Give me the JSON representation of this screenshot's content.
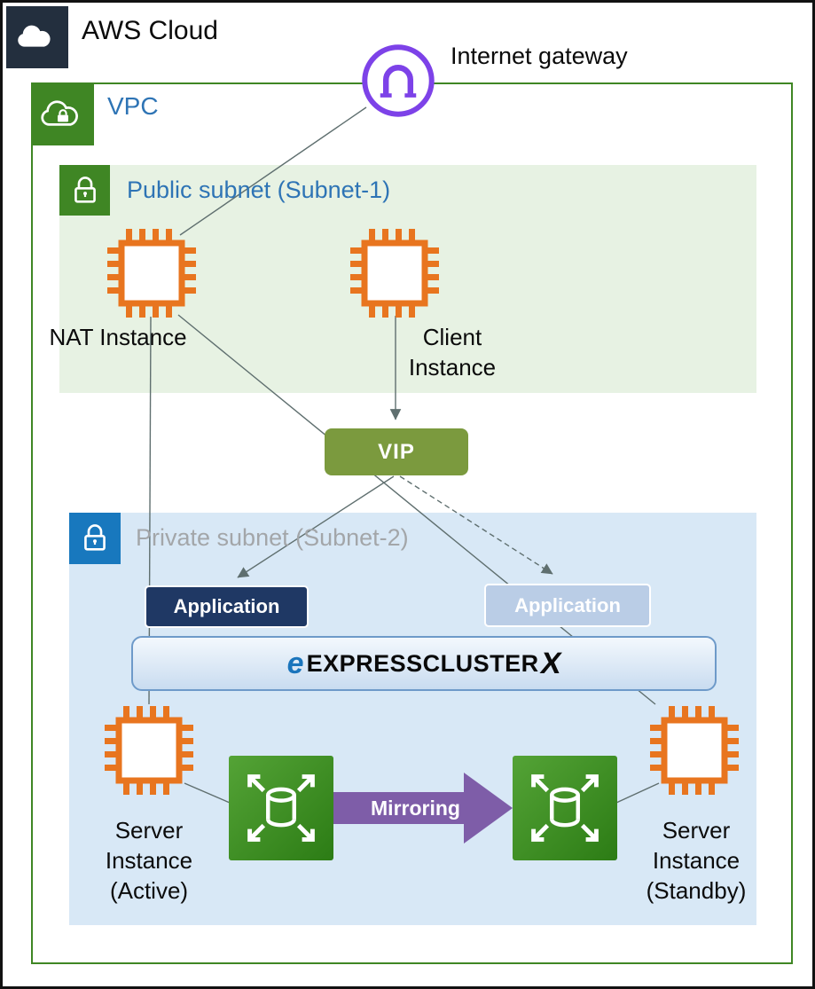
{
  "header": {
    "aws_cloud_label": "AWS Cloud",
    "internet_gateway_label": "Internet gateway",
    "vpc_label": "VPC"
  },
  "public_subnet": {
    "title": "Public subnet (Subnet-1)"
  },
  "private_subnet": {
    "title": "Private subnet (Subnet-2)"
  },
  "nodes": {
    "nat_instance": {
      "label": "NAT Instance"
    },
    "client_instance": {
      "line1": "Client",
      "line2": "Instance"
    },
    "vip": {
      "label": "VIP"
    },
    "application_active": {
      "label": "Application"
    },
    "application_standby": {
      "label": "Application"
    },
    "expresscluster": {
      "logo_e": "e",
      "logo_text": "EXPRESSCLUSTER",
      "logo_x": "X"
    },
    "server_active": {
      "line1": "Server",
      "line2": "Instance",
      "line3": "(Active)"
    },
    "server_standby": {
      "line1": "Server",
      "line2": "Instance",
      "line3": "(Standby)"
    },
    "mirroring": {
      "label": "Mirroring"
    }
  },
  "colors": {
    "aws_dark": "#232F3E",
    "vpc_green": "#3F8624",
    "subnet_public_fill": "#E7F2E3",
    "subnet_private_fill": "#D8E8F6",
    "private_icon_blue": "#1878BE",
    "chip_orange": "#E8751F",
    "igw_purple": "#7D42E8",
    "vip_olive": "#7B9A3E",
    "app_active_navy": "#1F3864",
    "app_standby_blue": "#BACDE6",
    "mirror_purple": "#7E5DA8",
    "disk_green_light": "#54A336",
    "disk_green_dark": "#2C7C15",
    "line_gray": "#5F6F6F",
    "title_blue": "#2E74B5",
    "title_gray": "#A3A6A9"
  }
}
